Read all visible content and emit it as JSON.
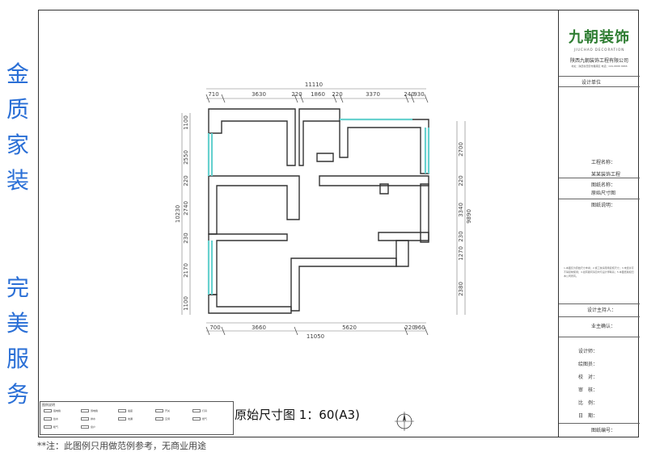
{
  "slogan": {
    "line1": [
      "金",
      "质",
      "家",
      "装"
    ],
    "line2": [
      "完",
      "美",
      "服",
      "务"
    ]
  },
  "footnote": "**注：此图例只用做范例参考，无商业用途",
  "title_block": {
    "brand": "九朝装饰",
    "brand_sub": "JIUCHAO DECORATION",
    "company": "陕西九朝装饰工程有限公司",
    "address_line": "地址：陕西省西安市雁塔区 电话：029-8888 8888",
    "design_unit_label": "设计单位",
    "project_name_label": "工程名称：",
    "project_name_value": "某某装饰工程",
    "drawing_name_label": "图纸名称：",
    "drawing_name_value": "原始尺寸图",
    "drawing_note_label": "图纸说明：",
    "description_text": "1.本图仅为原始尺寸参考；2.施工前请现场复核尺寸；3.未经许可不得复制使用；4.如有疑问请及时与设计师联系；5.本图纸版权归本公司所有。",
    "designer_signature_label": "设计主持人：",
    "owner_confirm_label": "业主确认：",
    "designer_label": "设计师：",
    "drawer_label": "绘图员：",
    "checker_label": "校　对：",
    "reviewer_label": "审　核：",
    "scale_label": "比　例：",
    "date_label": "日　期：",
    "drawing_number_label": "图纸编号："
  },
  "drawing_title": "原始尺寸图 1：60(A3)",
  "legend": {
    "title": "图例说明",
    "items": [
      "强电箱",
      "弱电箱",
      "插座",
      "开关",
      "灯具",
      "给水",
      "排水",
      "地漏",
      "空调",
      "燃气",
      "暖气",
      "窗户"
    ]
  },
  "dimensions": {
    "top_total": "11110",
    "top_segments": [
      "710",
      "3630",
      "220",
      "1860",
      "220",
      "3370",
      "240",
      "930"
    ],
    "bottom_total": "11050",
    "bottom_segments": [
      "700",
      "3660",
      "5620",
      "220",
      "960"
    ],
    "left_total": "10230",
    "left_segments": [
      "1100",
      "2550",
      "220",
      "2740",
      "230",
      "2170",
      "1100"
    ],
    "right_total": "9890",
    "right_segments": [
      "2700",
      "220",
      "3340",
      "230",
      "1270",
      "2380"
    ]
  }
}
